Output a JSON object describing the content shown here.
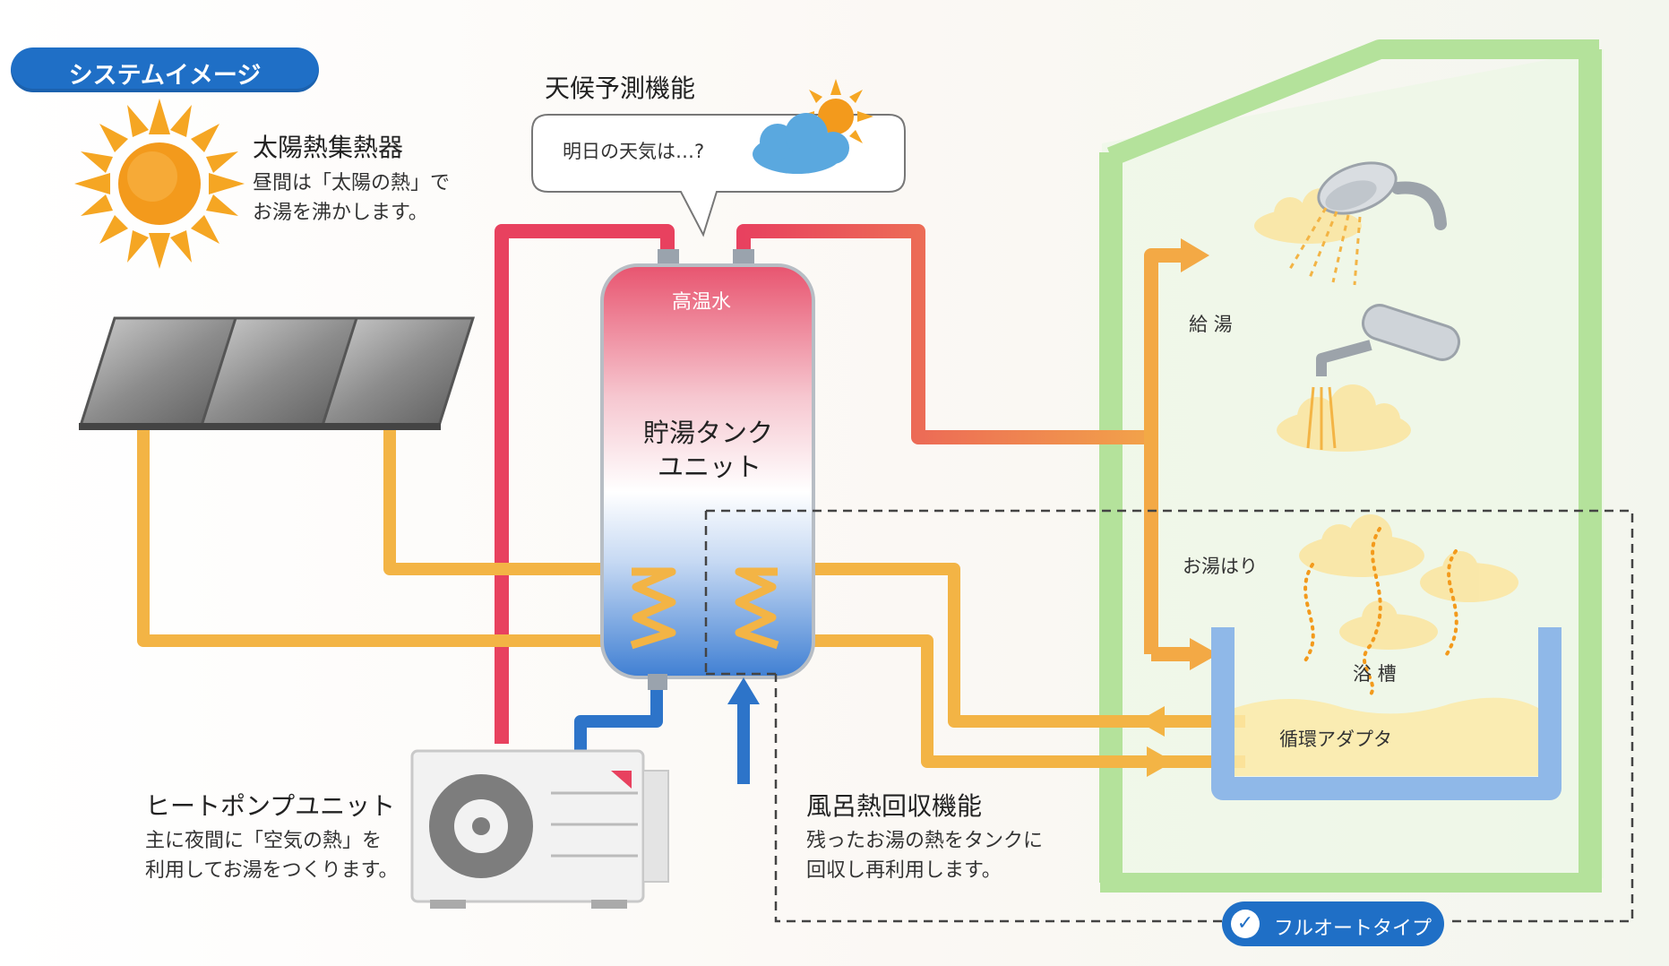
{
  "header": {
    "badge": "システムイメージ"
  },
  "solar_collector": {
    "title": "太陽熱集熱器",
    "desc_line1": "昼間は「太陽の熱」で",
    "desc_line2": "お湯を沸かします。"
  },
  "weather": {
    "title": "天候予測機能",
    "bubble_text": "明日の天気は…?"
  },
  "tank": {
    "top_label": "高温水",
    "name_line1": "貯湯タンク",
    "name_line2": "ユニット"
  },
  "heat_pump": {
    "title": "ヒートポンプユニット",
    "desc_line1": "主に夜間に「空気の熱」を",
    "desc_line2": "利用してお湯をつくります。"
  },
  "bath_heat_recovery": {
    "title": "風呂熱回収機能",
    "desc_line1": "残ったお湯の熱をタンクに",
    "desc_line2": "回収し再利用します。"
  },
  "house": {
    "hot_water_supply": "給 湯",
    "bath_fill": "お湯はり",
    "bathtub": "浴 槽",
    "circulation_adapter": "循環アダプタ"
  },
  "footer": {
    "full_auto_type": "フルオートタイプ"
  },
  "colors": {
    "hot_pipe": "#e8415f",
    "solar_pipe": "#f3b445",
    "cold_pipe": "#2d74c9",
    "badge": "#1f6fc6",
    "house_outline": "#b4e29b"
  },
  "icons": {
    "sun": "sun-icon",
    "cloud": "cloud-icon",
    "shower": "shower-head-icon",
    "faucet": "faucet-icon",
    "full_auto": "check-circle-icon"
  }
}
